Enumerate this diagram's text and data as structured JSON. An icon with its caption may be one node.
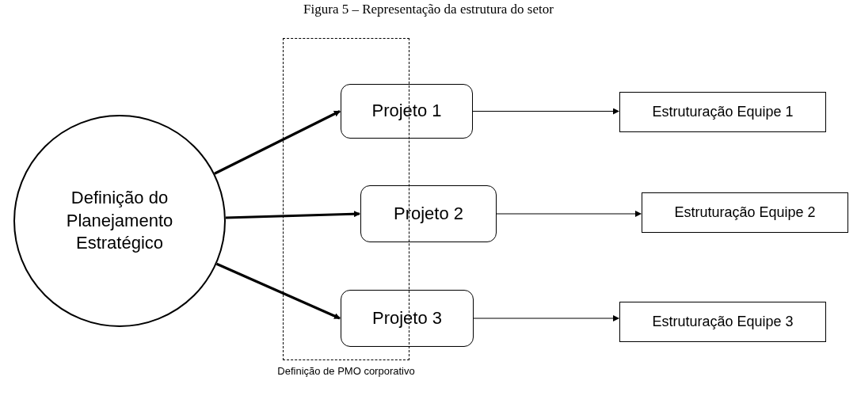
{
  "diagram": {
    "title": "Figura 5 – Representação da estrutura do setor",
    "nodes": [
      {
        "text": [
          "Definição do Planejamento Estratégico"
        ]
      },
      {
        "text": [
          "Projeto 1"
        ]
      },
      {
        "text": [
          "Projeto 2"
        ]
      },
      {
        "text": [
          "Projeto 3"
        ]
      },
      {
        "text": [
          "Estruturação Equipe 1"
        ]
      },
      {
        "text": [
          "Estruturação Equipe 2"
        ]
      },
      {
        "text": [
          "Estruturação Equipe 3"
        ]
      }
    ],
    "edges": [
      {
        "from": 0,
        "to": 1,
        "arrow": "to",
        "style": "thick"
      },
      {
        "from": 0,
        "to": 2,
        "arrow": "to",
        "style": "thick"
      },
      {
        "from": 0,
        "to": 3,
        "arrow": "to",
        "style": "thick"
      },
      {
        "from": 1,
        "to": 4,
        "arrow": "to"
      },
      {
        "from": 2,
        "to": 5,
        "arrow": "to"
      },
      {
        "from": 3,
        "to": 6,
        "arrow": "to"
      }
    ],
    "labels": [
      "Definição de PMO corporativo"
    ]
  }
}
